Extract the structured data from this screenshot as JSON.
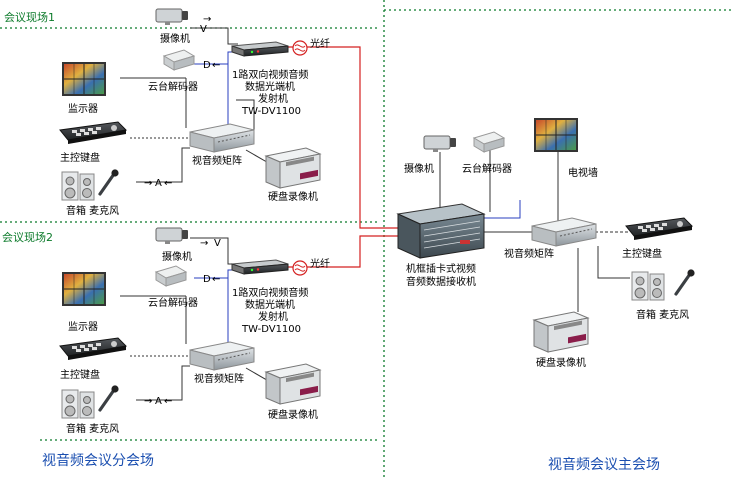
{
  "sites": {
    "site1_title": "会议现场1",
    "site2_title": "会议现场2"
  },
  "site1": {
    "camera": "摄像机",
    "decoder": "云台解码器",
    "monitor": "监示器",
    "keyboard": "主控键盘",
    "matrix": "视音频矩阵",
    "dvr": "硬盘录像机",
    "speaker_mic": "音箱  麦克风",
    "fiber": "光纤",
    "transmitter_lines": [
      "1路双向视频音频",
      "数据光端机",
      "发射机",
      "TW-DV1100"
    ],
    "sig_v": "V",
    "sig_d": "D",
    "sig_a": "A"
  },
  "site2": {
    "camera": "摄像机",
    "decoder": "云台解码器",
    "monitor": "监示器",
    "keyboard": "主控键盘",
    "matrix": "视音频矩阵",
    "dvr": "硬盘录像机",
    "speaker_mic": "音箱  麦克风",
    "fiber": "光纤",
    "transmitter_lines": [
      "1路双向视频音频",
      "数据光端机",
      "发射机",
      "TW-DV1100"
    ],
    "sig_v": "V",
    "sig_d": "D",
    "sig_a": "A"
  },
  "main": {
    "camera": "摄像机",
    "decoder": "云台解码器",
    "tv_wall": "电视墙",
    "receiver_lines": [
      "机框插卡式视频",
      "音频数据接收机"
    ],
    "matrix": "视音频矩阵",
    "keyboard": "主控键盘",
    "speaker_mic": "音箱  麦克风",
    "dvr": "硬盘录像机"
  },
  "footer": {
    "branch_title": "视音频会议分会场",
    "main_title": "视音频会议主会场"
  },
  "colors": {
    "site_label": "#0b7a2a",
    "footer_label": "#1b4fb0",
    "fiber_line": "#d42020",
    "data_line": "#2a3fbf",
    "separator": "#0b7a2a"
  }
}
